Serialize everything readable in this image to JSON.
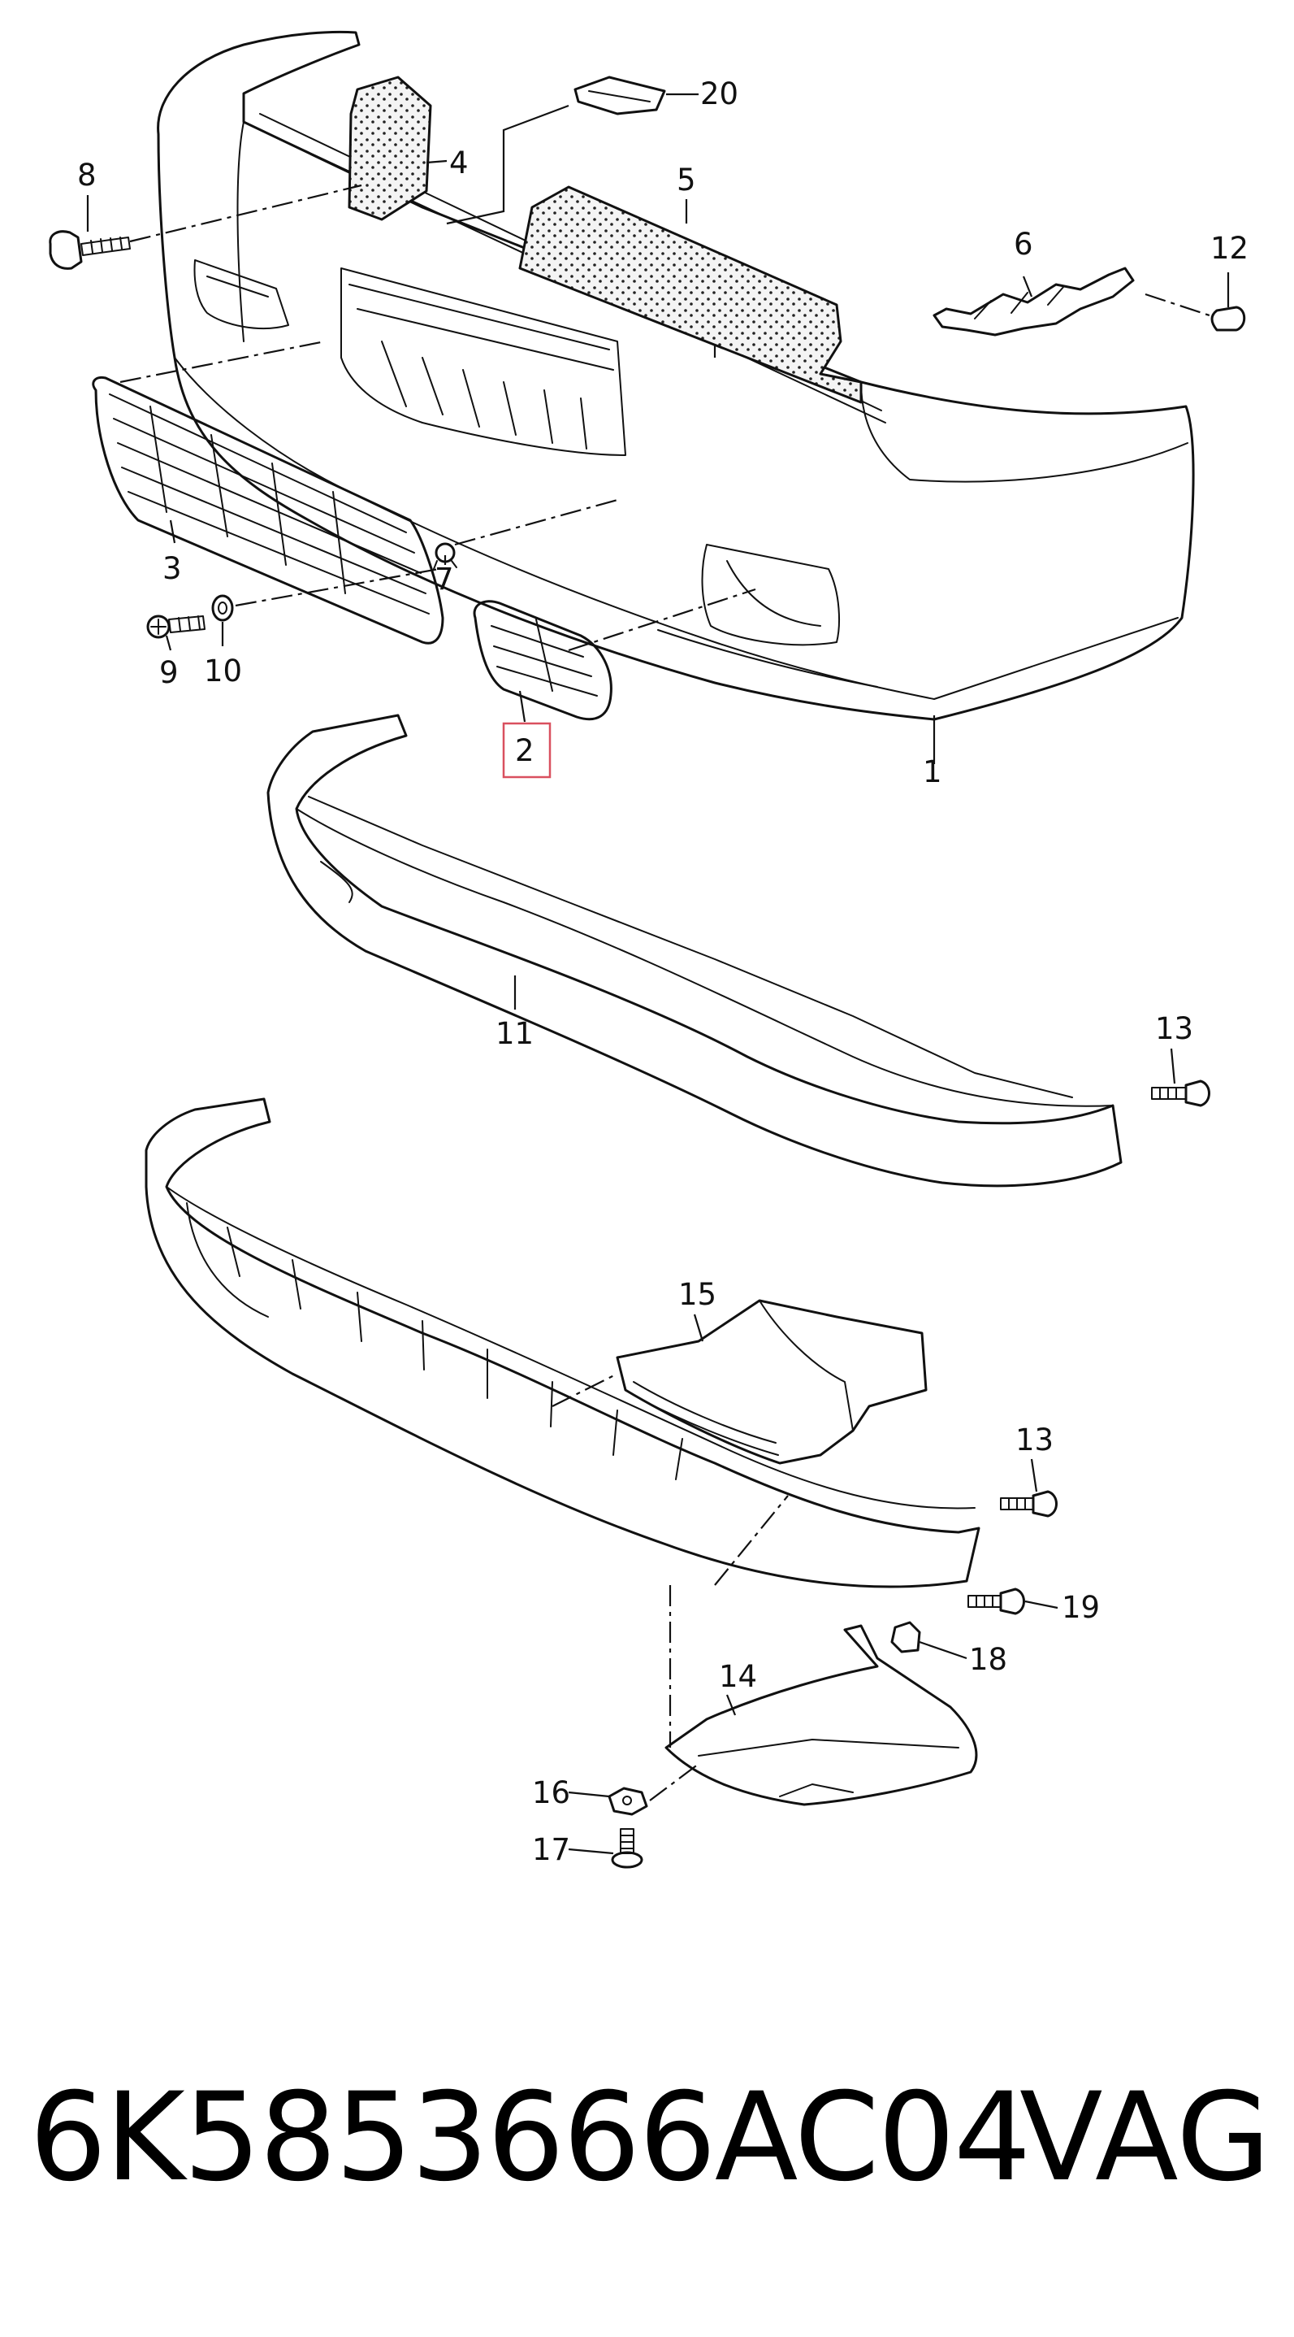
{
  "callouts": {
    "c1": "1",
    "c2": "2",
    "c3": "3",
    "c4": "4",
    "c5": "5",
    "c6": "6",
    "c7": "7",
    "c8": "8",
    "c9": "9",
    "c10": "10",
    "c11": "11",
    "c12": "12",
    "c13a": "13",
    "c13b": "13",
    "c14": "14",
    "c15": "15",
    "c16": "16",
    "c17": "17",
    "c18": "18",
    "c19": "19",
    "c20": "20"
  },
  "highlight_color": "#d9505f",
  "footer": {
    "part_number": "6K5853666AC04",
    "brand": "VAG"
  }
}
